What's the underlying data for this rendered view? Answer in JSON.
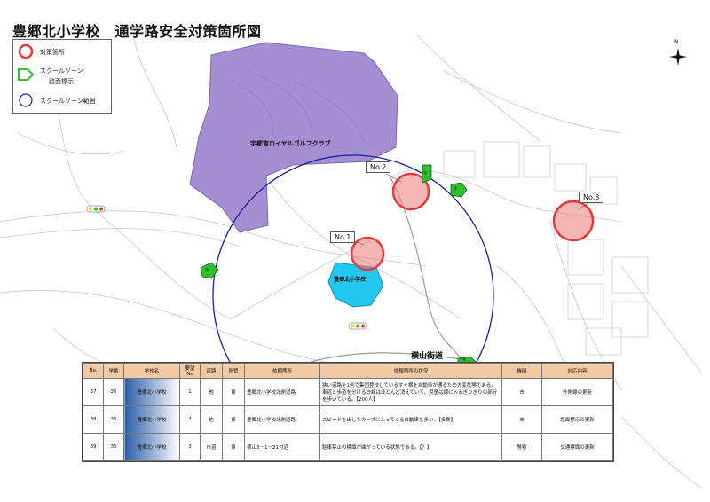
{
  "title": "豊郷北小学校　通学路安全対策箇所図",
  "legend": {
    "items": [
      {
        "icon": "red-circle-icon",
        "label": "対策箇所"
      },
      {
        "icon": "green-pentagon-icon",
        "label": "スクールゾーン"
      },
      {
        "icon": "",
        "label": "路面標示"
      },
      {
        "icon": "blue-circle-icon",
        "label": "スクールゾーン範囲"
      }
    ]
  },
  "map": {
    "golf_course_label": "宇都宮ロイヤルゴルフクラブ",
    "school_label": "豊郷北小学校",
    "road_label": "横山街道",
    "spot_labels": [
      "No.1",
      "No.2",
      "No.3"
    ],
    "markers": [
      "①",
      "②",
      "③",
      "④"
    ],
    "compass_label": "N",
    "colors": {
      "golf": "#a58fd2",
      "school": "#22c7ef",
      "zone": "#1a1f9e",
      "spot": "#e23b3b",
      "marker": "#2fbf2f"
    }
  },
  "table": {
    "headers": [
      "No.",
      "学番",
      "学校名",
      "要望No",
      "道路",
      "所管",
      "依頼箇所",
      "依頼箇所の状況",
      "機関",
      "対応内容"
    ],
    "rows": [
      [
        "37",
        "36",
        "豊郷北小学校",
        "1",
        "他",
        "東",
        "豊郷北小学校北側道路",
        "狭い道路を1列で集団登校しているすぐ横を自動車が通るため大変危険である。車道と歩道を分ける白線はほとんど消えていて、児童は線に入るぎりぎりの部分を歩いている。【200人】",
        "市",
        "外側線の更新"
      ],
      [
        "38",
        "36",
        "豊郷北小学校",
        "2",
        "他",
        "東",
        "豊郷北小学校北側道路",
        "スピードを出してカーブに入ってくる自動車も多い。【多数】",
        "市",
        "路面標示の更新"
      ],
      [
        "39",
        "36",
        "豊郷北小学校",
        "3",
        "市道",
        "東",
        "横山3－1－21付近",
        "駐車禁止の標識が曲がっている状態である。【？】",
        "警察",
        "交通標識の更新"
      ]
    ]
  }
}
